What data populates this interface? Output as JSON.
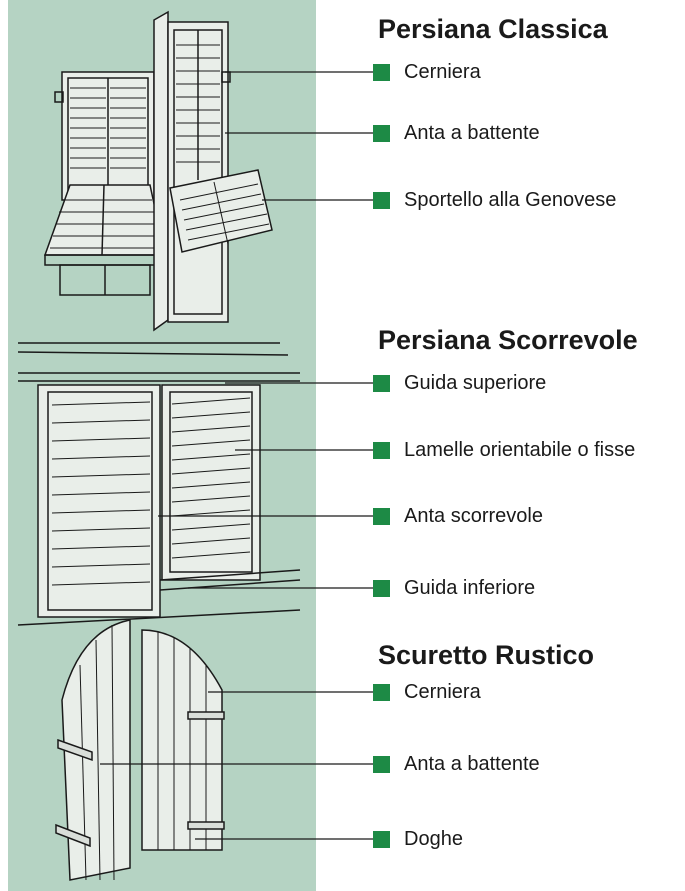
{
  "sections": [
    {
      "title": "Persiana Classica",
      "labels": [
        "Cerniera",
        "Anta a battente",
        "Sportello alla Genovese"
      ]
    },
    {
      "title": "Persiana Scorrevole",
      "labels": [
        "Guida superiore",
        "Lamelle orientabile o fisse",
        "Anta scorrevole",
        "Guida inferiore"
      ]
    },
    {
      "title": "Scuretto Rustico",
      "labels": [
        "Cerniera",
        "Anta a battente",
        "Doghe"
      ]
    }
  ],
  "colors": {
    "panel": "#b5d3c3",
    "marker": "#1d8a45",
    "ink": "#1a1a1a"
  }
}
